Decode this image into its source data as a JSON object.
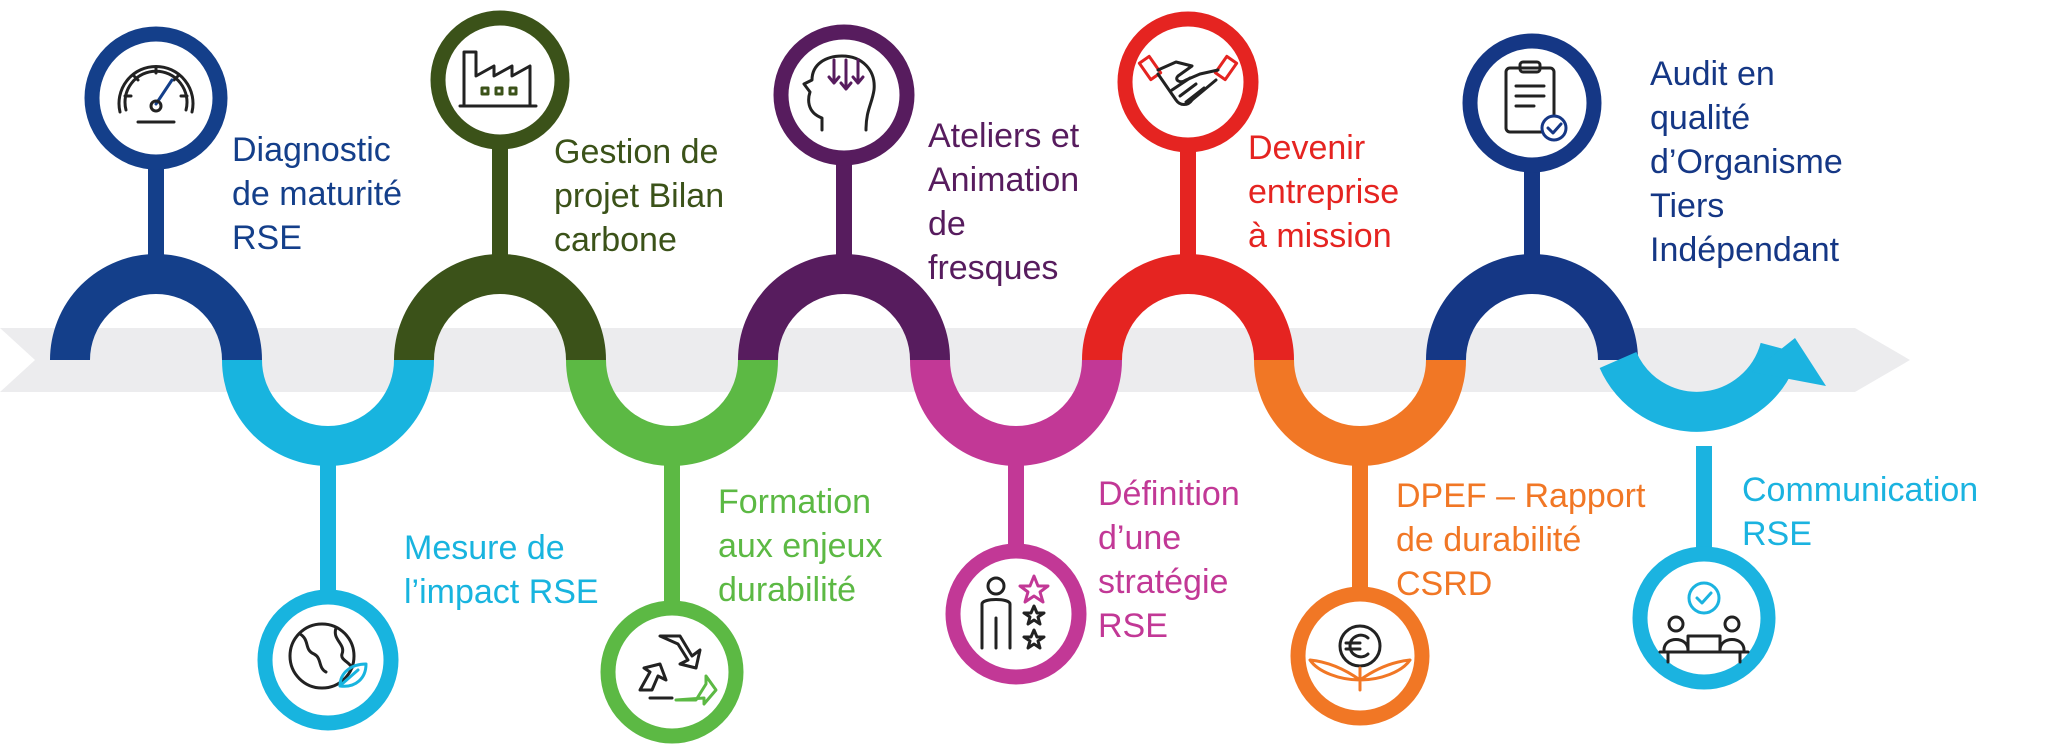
{
  "colors": {
    "arrow": "#ececee",
    "diagnostic": "#143f8a",
    "mesure": "#18b4df",
    "gestion": "#3b5219",
    "formation": "#5cb944",
    "ateliers": "#571c5e",
    "definition": "#c23896",
    "devenir": "#e52421",
    "dpef": "#f17725",
    "audit": "#153785",
    "communication": "#1bb3e0",
    "icon_stroke": "#222222"
  },
  "steps": [
    {
      "id": "diagnostic",
      "icon": "gauge-icon",
      "lines": [
        "Diagnostic",
        "de maturité",
        "RSE"
      ]
    },
    {
      "id": "mesure",
      "icon": "globe-leaf-icon",
      "lines": [
        "Mesure de",
        "l’impact RSE"
      ]
    },
    {
      "id": "gestion",
      "icon": "factory-icon",
      "lines": [
        "Gestion de",
        "projet Bilan",
        "carbone"
      ]
    },
    {
      "id": "formation",
      "icon": "recycle-icon",
      "lines": [
        "Formation",
        "aux enjeux",
        "durabilité"
      ]
    },
    {
      "id": "ateliers",
      "icon": "head-ideas-icon",
      "lines": [
        "Ateliers et",
        "Animation",
        "de",
        "fresques"
      ]
    },
    {
      "id": "definition",
      "icon": "person-stars-icon",
      "lines": [
        "Définition",
        "d’une",
        "stratégie",
        "RSE"
      ]
    },
    {
      "id": "devenir",
      "icon": "handshake-icon",
      "lines": [
        "Devenir",
        "entreprise",
        "à mission"
      ]
    },
    {
      "id": "dpef",
      "icon": "euro-plant-icon",
      "lines": [
        "DPEF – Rapport",
        "de durabilité",
        "CSRD"
      ]
    },
    {
      "id": "audit",
      "icon": "clipboard-check-icon",
      "lines": [
        "Audit en",
        "qualité",
        "d’Organisme",
        "Tiers",
        "Indépendant"
      ]
    },
    {
      "id": "communication",
      "icon": "meeting-check-icon",
      "lines": [
        "Communication",
        "RSE"
      ]
    }
  ]
}
